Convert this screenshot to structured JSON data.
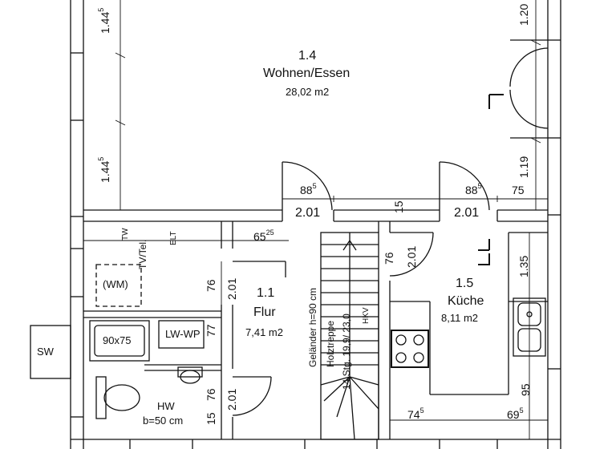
{
  "rooms": {
    "wohnen": {
      "number": "1.4",
      "name": "Wohnen/Essen",
      "area": "28,02 m2"
    },
    "flur": {
      "number": "1.1",
      "name": "Flur",
      "area": "7,41 m2"
    },
    "kueche": {
      "number": "1.5",
      "name": "Küche",
      "area": "8,11 m2"
    }
  },
  "labels": {
    "sw": "SW",
    "hw": "HW",
    "hw_b": "b=50 cm",
    "wm": "(WM)",
    "lw_wp": "LW-WP",
    "tub": "90x75",
    "tw": "TW",
    "tv": "TV/Tel.",
    "elt": "ELT",
    "gelaender": "Geländer h=90 cm",
    "holztreppe": "Holztreppe",
    "stufen": "14 Stg. 19,9/ 23,0",
    "hkv": "HKV"
  },
  "dims": {
    "d144_top": {
      "main": "1.44",
      "sup": "5"
    },
    "d144_mid": {
      "main": "1.44",
      "sup": "5"
    },
    "d120": {
      "main": "1.20"
    },
    "d119": {
      "main": "1.19"
    },
    "d885_left": {
      "main": "88",
      "sup": "5"
    },
    "d885_right": {
      "main": "88",
      "sup": "5"
    },
    "d201_left": {
      "main": "2.01"
    },
    "d201_right": {
      "main": "2.01"
    },
    "d15_top": {
      "main": "15"
    },
    "d75": {
      "main": "75"
    },
    "d6525": {
      "main": "65",
      "sup": "25"
    },
    "d76_stair": {
      "main": "76"
    },
    "d201_stair": {
      "main": "2.01"
    },
    "d135": {
      "main": "1.35"
    },
    "d76_flur": {
      "main": "76"
    },
    "d201_flur": {
      "main": "2.01"
    },
    "d77": {
      "main": "77"
    },
    "d76_hw": {
      "main": "76"
    },
    "d201_hw": {
      "main": "2.01"
    },
    "d15_hw": {
      "main": "15"
    },
    "d745": {
      "main": "74",
      "sup": "5"
    },
    "d695": {
      "main": "69",
      "sup": "5"
    },
    "d95": {
      "main": "95"
    }
  }
}
